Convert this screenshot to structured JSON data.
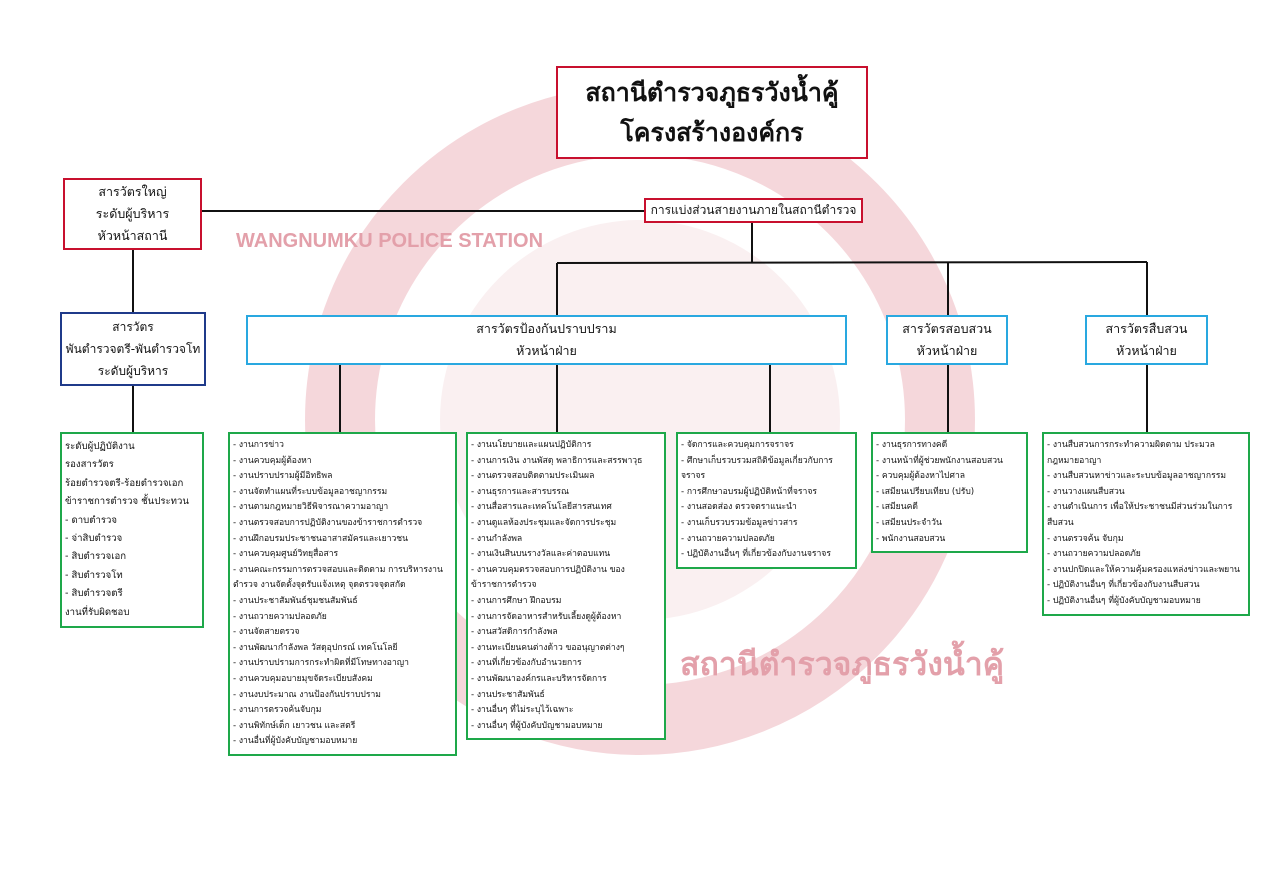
{
  "watermark": {
    "text_en": "WANGNUMKU POLICE STATION",
    "text_th": "สถานีตำรวจภูธรวังน้ำคู้",
    "color": "#c8102e"
  },
  "title": {
    "line1": "สถานีตำรวจภูธรวังน้ำคู้",
    "line2": "โครงสร้างองค์กร"
  },
  "head": {
    "lines": [
      "สารวัตรใหญ่",
      "ระดับผู้บริหาร",
      "หัวหน้าสถานี"
    ]
  },
  "division": {
    "label": "การแบ่งส่วนสายงานภายในสถานีตำรวจ"
  },
  "deputy": {
    "lines": [
      "สารวัตร",
      "พันตำรวจตรี-พันตำรวจโท",
      "ระดับผู้บริหาร"
    ]
  },
  "units": [
    {
      "lines": [
        "สารวัตรป้องกันปราบปราม",
        "หัวหน้าฝ่าย"
      ]
    },
    {
      "lines": [
        "สารวัตรสอบสวน",
        "หัวหน้าฝ่าย"
      ]
    },
    {
      "lines": [
        "สารวัตรสืบสวน",
        "หัวหน้าฝ่าย"
      ]
    }
  ],
  "staff": [
    "ระดับผู้ปฏิบัติงาน",
    "รองสารวัตร",
    "ร้อยตำรวจตรี-ร้อยตำรวจเอก",
    "ข้าราชการตำรวจ ชั้นประทวน",
    "- ดาบตำรวจ",
    "- จ่าสิบตำรวจ",
    "- สิบตำรวจเอก",
    "- สิบตำรวจโท",
    "- สิบตำรวจตรี",
    "  งานที่รับผิดชอบ"
  ],
  "prevention_a": [
    "- งานการข่าว",
    "- งานควบคุมผู้ต้องหา",
    "- งานปราบปรามผู้มีอิทธิพล",
    "- งานจัดทำแผนที่ระบบข้อมูลอาชญากรรม",
    "- งานตามกฎหมายวิธีพิจารณาความอาญา",
    "- งานตรวจสอบการปฏิบัติงานของข้าราชการตำรวจ",
    "- งานฝึกอบรมประชาชนอาสาสมัครและเยาวชน",
    "- งานควบคุมศูนย์วิทยุสื่อสาร",
    "- งานคณะกรรมการตรวจสอบและติดตาม การบริหารงานตำรวจ งานจัดตั้งจุดรับแจ้งเหตุ จุดตรวจจุดสกัด",
    "- งานประชาสัมพันธ์ชุมชนสัมพันธ์",
    "- งานถวายความปลอดภัย",
    "- งานจัดสายตรวจ",
    "- งานพัฒนากำลังพล วัสดุอุปกรณ์ เทคโนโลยี",
    "- งานปราบปรามการกระทำผิดที่มีโทษทางอาญา",
    "- งานควบคุมอบายมุขจัดระเบียบสังคม",
    "- งานงบประมาณ งานป้องกันปราบปราม",
    "- งานการตรวจค้นจับกุม",
    "- งานพิทักษ์เด็ก เยาวชน และสตรี",
    "- งานอื่นที่ผู้บังคับบัญชามอบหมาย"
  ],
  "prevention_b": [
    "- งานนโยบายและแผนปฏิบัติการ",
    "- งานการเงิน งานพัสดุ พลาธิการและสรรพาวุธ",
    "- งานตรวจสอบติดตามประเมินผล",
    "- งานธุรการและสารบรรณ",
    "- งานสื่อสารและเทคโนโลยีสารสนเทศ",
    "- งานดูแลห้องประชุมและจัดการประชุม",
    "- งานกำลังพล",
    "- งานเงินสินบนรางวัลและค่าตอบแทน",
    "- งานควบคุมตรวจสอบการปฏิบัติงาน ของข้าราชการตำรวจ",
    "- งานการศึกษา ฝึกอบรม",
    "- งานการจัดอาหารสำหรับเลี้ยงดูผู้ต้องหา",
    "- งานสวัสดิการกำลังพล",
    "- งานทะเบียนคนต่างด้าว ขออนุญาตต่างๆ",
    "- งานที่เกี่ยวข้องกับอำนวยการ",
    "- งานพัฒนาองค์กรและบริหารจัดการ",
    "- งานประชาสัมพันธ์",
    "- งานอื่นๆ ที่ไม่ระบุไว้เฉพาะ",
    "- งานอื่นๆ ที่ผู้บังคับบัญชามอบหมาย"
  ],
  "traffic": [
    "- จัดการและควบคุมการจราจร",
    "- ศึกษาเก็บรวบรวมสถิติข้อมูลเกี่ยวกับการจราจร",
    "- การศึกษาอบรมผู้ปฏิบัติหน้าที่จราจร",
    "- งานสอดส่อง ตรวจตราแนะนำ",
    "- งานเก็บรวบรวมข้อมูลข่าวสาร",
    "- งานถวายความปลอดภัย",
    "- ปฏิบัติงานอื่นๆ ที่เกี่ยวข้องกับงานจราจร"
  ],
  "inquiry": [
    "- งานธุรการทางคดี",
    "- งานหน้าที่ผู้ช่วยพนักงานสอบสวน",
    "- ควบคุมผู้ต้องหาไปศาล",
    "- เสมียนเปรียบเทียบ (ปรับ)",
    "- เสมียนคดี",
    "- เสมียนประจำวัน",
    "- พนักงานสอบสวน"
  ],
  "investigation": [
    "- งานสืบสวนการกระทำความผิดตาม ประมวลกฎหมายอาญา",
    "- งานสืบสวนหาข่าวและระบบข้อมูลอาชญากรรม",
    "- งานวางแผนสืบสวน",
    "- งานดำเนินการ เพื่อให้ประชาชนมีส่วนร่วมในการสืบสวน",
    "- งานตรวจค้น จับกุม",
    "- งานถวายความปลอดภัย",
    "- งานปกปิดและให้ความคุ้มครองแหล่งข่าวและพยาน",
    "- ปฏิบัติงานอื่นๆ ที่เกี่ยวข้องกับงานสืบสวน",
    "- ปฏิบัติงานอื่นๆ ที่ผู้บังคับบัญชามอบหมาย"
  ]
}
